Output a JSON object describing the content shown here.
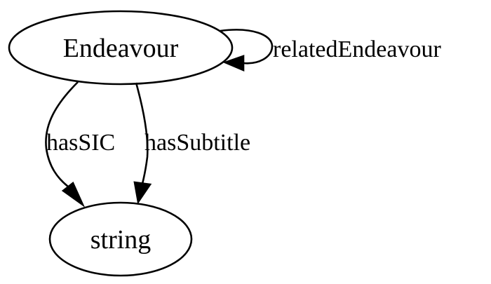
{
  "graph": {
    "nodes": {
      "endeavour": {
        "label": "Endeavour"
      },
      "string": {
        "label": "string"
      }
    },
    "edges": {
      "related_endeavour": {
        "label": "relatedEndeavour",
        "from": "Endeavour",
        "to": "Endeavour"
      },
      "has_sic": {
        "label": "hasSIC",
        "from": "Endeavour",
        "to": "string"
      },
      "has_subtitle": {
        "label": "hasSubtitle",
        "from": "Endeavour",
        "to": "string"
      }
    }
  }
}
